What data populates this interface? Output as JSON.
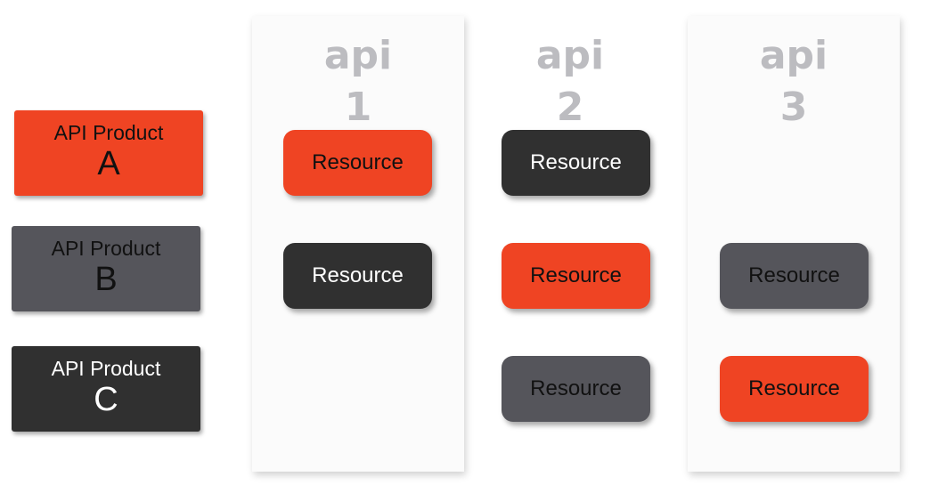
{
  "colors": {
    "red": "#ef4423",
    "dark": "#303030",
    "gray": "#55555b",
    "panel": "#fbfbfb",
    "title": "#bcbcc0"
  },
  "products": [
    {
      "title": "API Product",
      "letter": "A",
      "color": "red"
    },
    {
      "title": "API Product",
      "letter": "B",
      "color": "gray"
    },
    {
      "title": "API Product",
      "letter": "C",
      "color": "dark"
    }
  ],
  "apis": [
    {
      "word": "api",
      "number": "1",
      "resources": [
        {
          "label": "Resource",
          "color": "red"
        },
        {
          "label": "Resource",
          "color": "dark"
        }
      ]
    },
    {
      "word": "api",
      "number": "2",
      "resources": [
        {
          "label": "Resource",
          "color": "dark"
        },
        {
          "label": "Resource",
          "color": "red"
        },
        {
          "label": "Resource",
          "color": "gray"
        }
      ]
    },
    {
      "word": "api",
      "number": "3",
      "resources": [
        {
          "label": "Resource",
          "color": "gray"
        },
        {
          "label": "Resource",
          "color": "red"
        }
      ]
    }
  ]
}
